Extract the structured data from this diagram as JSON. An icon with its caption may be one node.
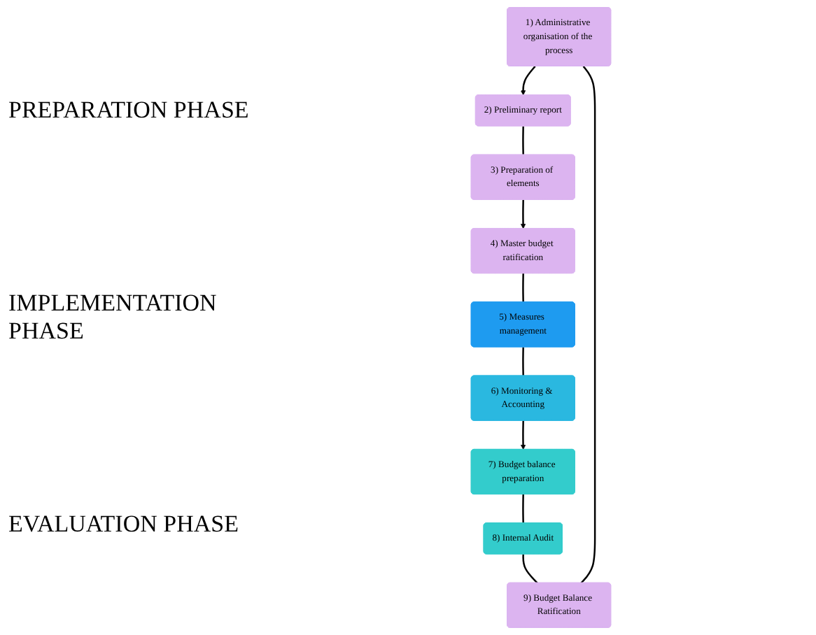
{
  "diagram": {
    "nodes": [
      {
        "text": [
          "1) Administrative organisation of the process"
        ]
      },
      {
        "text": [
          "2) Preliminary report"
        ]
      },
      {
        "text": [
          "3) Preparation of elements"
        ]
      },
      {
        "text": [
          "4) Master budget ratification"
        ]
      },
      {
        "text": [
          "5) Measures management"
        ]
      },
      {
        "text": [
          "6) Monitoring & Accounting"
        ]
      },
      {
        "text": [
          "7) Budget balance preparation"
        ]
      },
      {
        "text": [
          "8) Internal Audit"
        ]
      },
      {
        "text": [
          "9) Budget Balance Ratification"
        ]
      }
    ],
    "edges": [
      {
        "from": 0,
        "to": 1,
        "arrow": "to"
      },
      {
        "from": 1,
        "to": 2,
        "arrow": "none"
      },
      {
        "from": 2,
        "to": 3,
        "arrow": "to"
      },
      {
        "from": 3,
        "to": 4,
        "arrow": "none"
      },
      {
        "from": 4,
        "to": 5,
        "arrow": "none"
      },
      {
        "from": 5,
        "to": 6,
        "arrow": "to"
      },
      {
        "from": 6,
        "to": 7,
        "arrow": "none"
      },
      {
        "from": 7,
        "to": 8,
        "arrow": "none"
      },
      {
        "from": 8,
        "to": 0,
        "arrow": "none"
      }
    ],
    "labels": [
      "PREPARATION PHASE",
      "IMPLEMENTATION PHASE",
      "EVALUATION PHASE"
    ]
  }
}
